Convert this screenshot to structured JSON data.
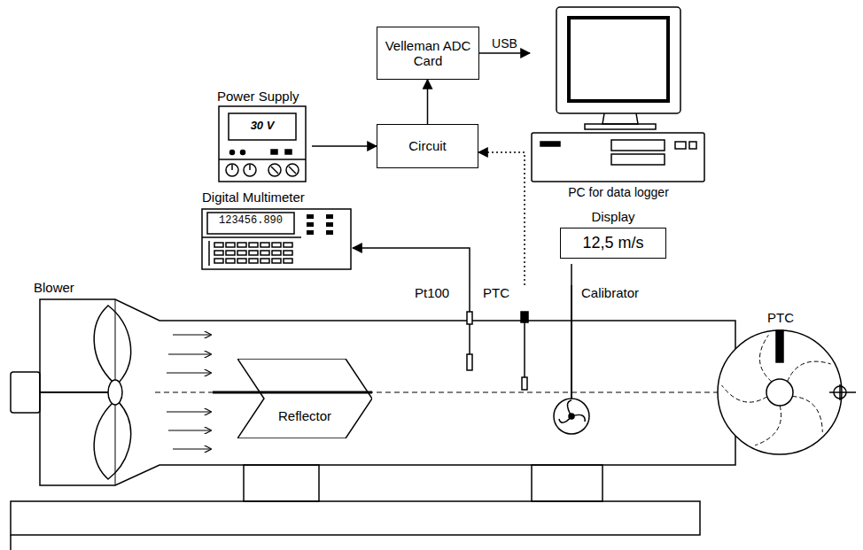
{
  "diagram": {
    "nodes": [
      {
        "text": [
          "Power Supply",
          "30 V"
        ]
      },
      {
        "text": [
          "Velleman ADC Card"
        ]
      },
      {
        "text": [
          "Circuit"
        ]
      },
      {
        "text": [
          "PC for data logger"
        ]
      },
      {
        "text": [
          "Digital Multimeter",
          "123456.890"
        ]
      },
      {
        "text": [
          "Display",
          "12,5 m/s"
        ]
      },
      {
        "text": [
          "Reflector"
        ]
      },
      {
        "text": [
          "Pt100"
        ]
      },
      {
        "text": [
          "PTC"
        ]
      },
      {
        "text": [
          "Calibrator"
        ]
      }
    ],
    "edges": [
      {
        "from": 0,
        "to": 2,
        "arrow": "to"
      },
      {
        "from": 2,
        "to": 1,
        "arrow": "to"
      },
      {
        "from": 1,
        "to": 3,
        "label": "USB",
        "arrow": "to"
      },
      {
        "from": 7,
        "to": 4,
        "arrow": "to"
      },
      {
        "from": 8,
        "to": 2,
        "arrow": "to"
      },
      {
        "from": 9,
        "to": 5,
        "arrow": "none"
      }
    ],
    "labels": [
      "Blower",
      "PTC"
    ]
  }
}
